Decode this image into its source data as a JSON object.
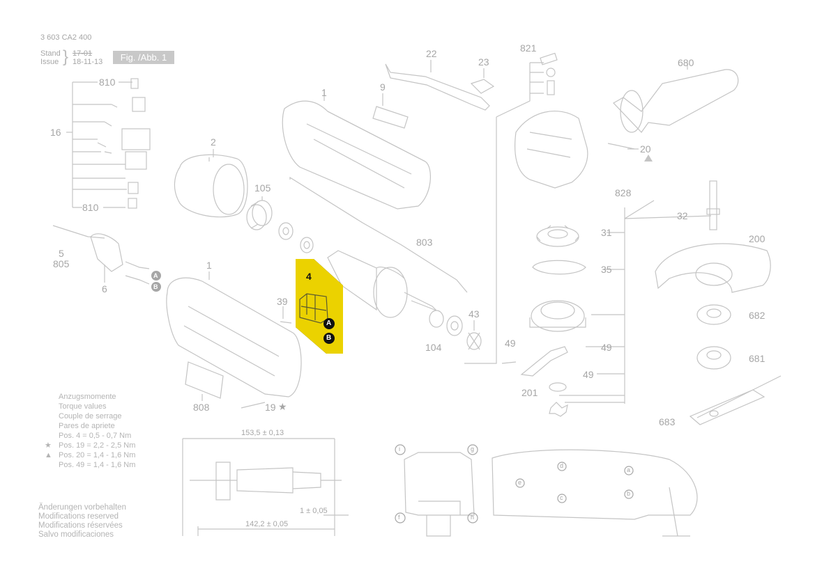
{
  "header": {
    "doc_number": "3 603 CA2 400",
    "stand_label": "Stand",
    "issue_label": "Issue",
    "stand_date": "17-01",
    "issue_date": "18-11-13",
    "figure_label": "Fig. /Abb. 1"
  },
  "highlight": {
    "part_number": "4",
    "color": "#ffe400",
    "marker_a": "A",
    "marker_b": "B"
  },
  "part_labels": {
    "p810a": "810",
    "p810b": "810",
    "p16": "16",
    "p2": "2",
    "p1a": "1",
    "p9": "9",
    "p22": "22",
    "p23": "23",
    "p821": "821",
    "p680": "680",
    "p20": "20",
    "p105": "105",
    "p5": "5",
    "p805": "805",
    "p6": "6",
    "p1b": "1",
    "p39": "39",
    "p803": "803",
    "p43": "43",
    "p104": "104",
    "p828": "828",
    "p32": "32",
    "p31": "31",
    "p35": "35",
    "p200": "200",
    "p49a": "49",
    "p49b": "49",
    "p49c": "49",
    "p682": "682",
    "p681": "681",
    "p201": "201",
    "p683": "683",
    "p808": "808",
    "p19": "19"
  },
  "side_markers": {
    "a": "A",
    "b": "B"
  },
  "dimensions": {
    "top": "153,5 ± 0,13",
    "bottom": "142,2 ± 0,05",
    "runout": "1 ± 0,05"
  },
  "torque": {
    "titles": [
      "Anzugsmomente",
      "Torque values",
      "Couple de serrage",
      "Pares de apriete"
    ],
    "rows": [
      {
        "symbol": "",
        "text": "Pos.   4 = 0,5 - 0,7 Nm"
      },
      {
        "symbol": "★",
        "text": "Pos. 19 = 2,2 - 2,5 Nm"
      },
      {
        "symbol": "▲",
        "text": "Pos. 20 = 1,4 - 1,6 Nm"
      },
      {
        "symbol": "",
        "text": "Pos. 49 = 1,4 - 1,6 Nm"
      }
    ]
  },
  "modifications": [
    "Änderungen vorbehalten",
    "Modifications reserved",
    "Modifications réservées",
    "Salvo modificaciones"
  ],
  "view_markers": {
    "i": "i",
    "g": "g",
    "f": "f",
    "h": "h",
    "a": "a",
    "b": "b",
    "c": "c",
    "d": "d",
    "e": "e"
  }
}
